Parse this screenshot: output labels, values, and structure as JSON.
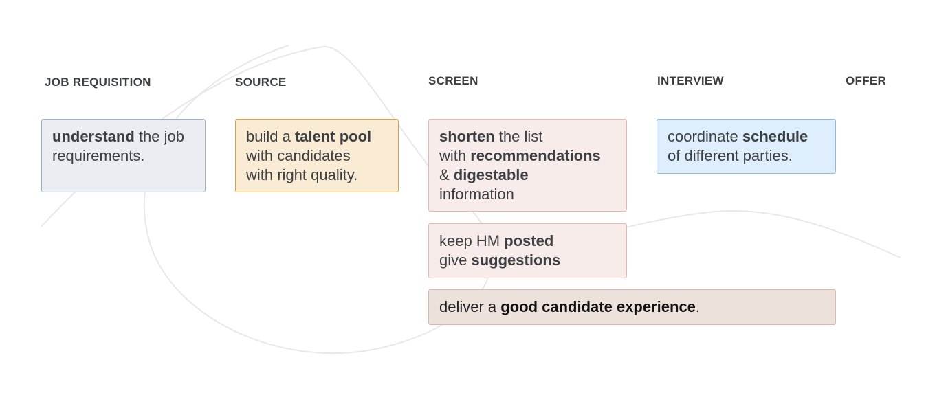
{
  "stages": {
    "job_requisition": "JOB REQUISITION",
    "source": "SOURCE",
    "screen": "SCREEN",
    "interview": "INTERVIEW",
    "offer": "OFFER"
  },
  "cards": {
    "understand": {
      "l1_bold": "understand",
      "l1_rest": " the job",
      "l2": "requirements."
    },
    "talent_pool": {
      "l1_pre": "build a ",
      "l1_bold": "talent pool",
      "l2": "with candidates",
      "l3": "with right quality."
    },
    "shorten": {
      "l1_bold": "shorten",
      "l1_rest": " the list",
      "l2_pre": "with ",
      "l2_bold": "recommendations",
      "l3_pre": "& ",
      "l3_bold": "digestable",
      "l4": "information"
    },
    "posted": {
      "l1_pre": "keep HM ",
      "l1_bold": "posted",
      "l2_pre": "give ",
      "l2_bold": "suggestions"
    },
    "schedule": {
      "l1_pre": "coordinate ",
      "l1_bold": "schedule",
      "l2": "of different parties."
    },
    "experience": {
      "pre": "deliver a ",
      "bold": "good candidate experience",
      "post": "."
    }
  },
  "colors": {
    "blue_grey": "#eaedf2",
    "yellow": "#f9ebd4",
    "pink": "#f8ecea",
    "blue": "#dfeefc",
    "taupe": "#ede1dc"
  }
}
